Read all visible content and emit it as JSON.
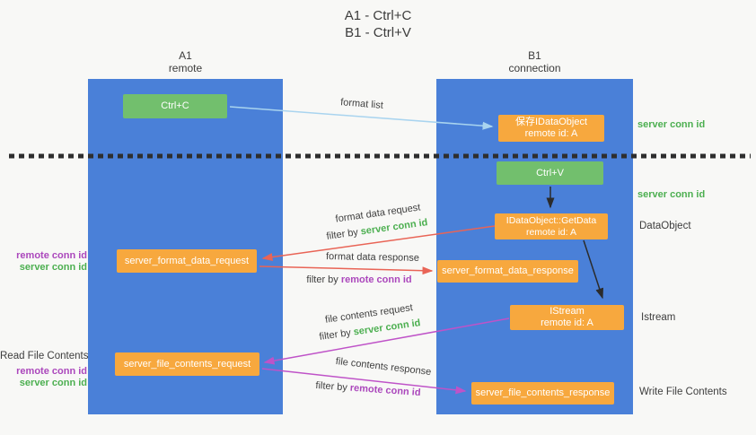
{
  "title": {
    "line1": "A1 - Ctrl+C",
    "line2": "B1 - Ctrl+V"
  },
  "lanes": {
    "a": {
      "title": "A1",
      "subtitle": "remote"
    },
    "b": {
      "title": "B1",
      "subtitle": "connection"
    }
  },
  "nodes": {
    "ctrl_c": {
      "label": "Ctrl+C"
    },
    "save_idataobject": {
      "line1": "保存IDataObject",
      "line2": "remote id: A"
    },
    "ctrl_v": {
      "label": "Ctrl+V"
    },
    "idataobject_getdata": {
      "line1": "IDataObject::GetData",
      "line2": "remote id: A"
    },
    "server_format_data_request": {
      "label": "server_format_data_request"
    },
    "server_format_data_response": {
      "label": "server_format_data_response"
    },
    "istream": {
      "line1": "IStream",
      "line2": "remote id: A"
    },
    "server_file_contents_request": {
      "label": "server_file_contents_request"
    },
    "server_file_contents_response": {
      "label": "server_file_contents_response"
    }
  },
  "annotations": {
    "right": {
      "server_conn_id_top": "server conn id",
      "server_conn_id_mid": "server conn id",
      "dataobject": "DataObject",
      "istream": "Istream",
      "write_file_contents": "Write File Contents"
    },
    "left": {
      "format_block": {
        "remote_conn_id": "remote conn id",
        "server_conn_id": "server conn id"
      },
      "file_block": {
        "read_file_contents": "Read File Contents",
        "remote_conn_id": "remote conn id",
        "server_conn_id": "server conn id"
      }
    }
  },
  "edges": {
    "format_list": {
      "label": "format list"
    },
    "format_data_request": {
      "label": "format data request",
      "filter_prefix": "filter by",
      "filter_key": "server conn id"
    },
    "format_data_response": {
      "label": "format data response",
      "filter_prefix": "filter by",
      "filter_key": "remote conn id"
    },
    "file_contents_request": {
      "label": "file contents request",
      "filter_prefix": "filter by",
      "filter_key": "server conn id"
    },
    "file_contents_response": {
      "label": "file contents response",
      "filter_prefix": "filter by",
      "filter_key": "remote conn id"
    }
  },
  "colors": {
    "lane_blue": "#4a80d8",
    "node_orange": "#f7a83e",
    "node_green": "#72bf6d",
    "text_green": "#4caf50",
    "text_purple": "#ab47bc",
    "arrow_red": "#e96456",
    "arrow_magenta": "#bf53c8",
    "arrow_light_blue": "#a9d4ef",
    "arrow_black": "#2b2b2b",
    "background": "#f8f8f6"
  }
}
